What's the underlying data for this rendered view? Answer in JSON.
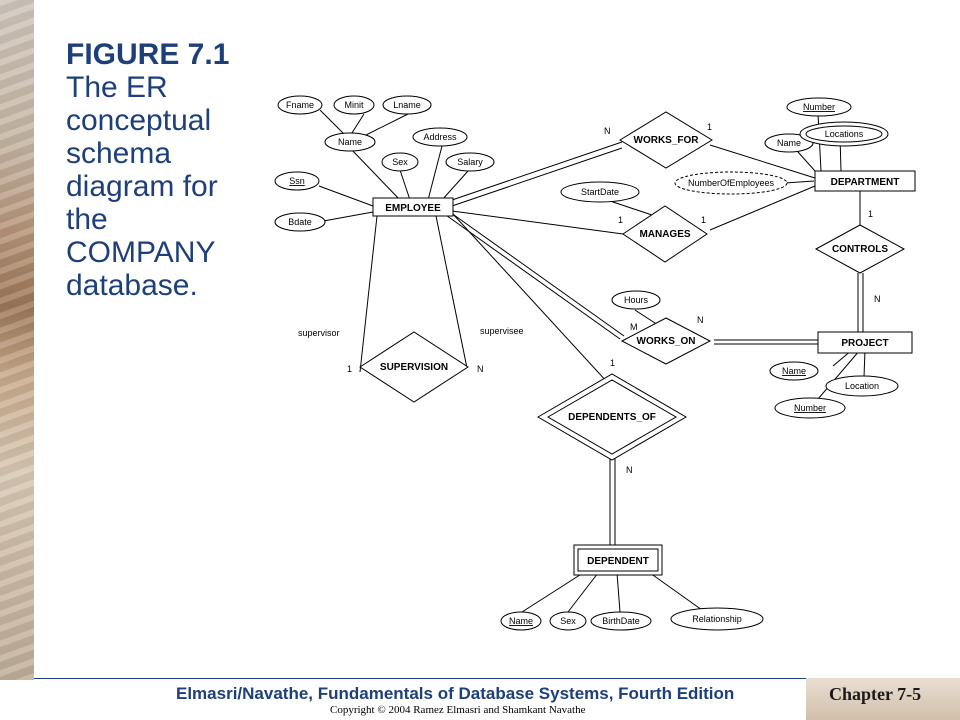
{
  "title": {
    "figure": "FIGURE 7.1",
    "caption": "The ER conceptual schema diagram for the COMPANY database."
  },
  "diagram": {
    "entities": {
      "employee": "EMPLOYEE",
      "department": "DEPARTMENT",
      "project": "PROJECT",
      "dependent": "DEPENDENT"
    },
    "relationships": {
      "works_for": "WORKS_FOR",
      "manages": "MANAGES",
      "controls": "CONTROLS",
      "works_on": "WORKS_ON",
      "supervision": "SUPERVISION",
      "dependents_of": "DEPENDENTS_OF"
    },
    "attributes": {
      "fname": "Fname",
      "minit": "Minit",
      "lname": "Lname",
      "name_emp": "Name",
      "address": "Address",
      "sex_emp": "Sex",
      "salary": "Salary",
      "ssn": "Ssn",
      "bdate": "Bdate",
      "number_dept": "Number",
      "name_dept": "Name",
      "locations": "Locations",
      "number_of_employees": "NumberOfEmployees",
      "start_date": "StartDate",
      "hours": "Hours",
      "name_proj": "Name",
      "location_proj": "Location",
      "number_proj": "Number",
      "name_dep": "Name",
      "sex_dep": "Sex",
      "birth_date": "BirthDate",
      "relationship": "Relationship"
    },
    "cardinalities": {
      "works_for_emp": "N",
      "works_for_dept": "1",
      "manages_emp": "1",
      "manages_dept": "1",
      "controls_dept": "1",
      "controls_proj": "N",
      "works_on_emp": "M",
      "works_on_proj": "N",
      "supervision_supervisor": "1",
      "supervision_supervisee": "N",
      "dependents_of_emp": "1",
      "dependents_of_dep": "N"
    },
    "roles": {
      "supervisor": "supervisor",
      "supervisee": "supervisee"
    }
  },
  "footer": {
    "text": "Elmasri/Navathe, Fundamentals of Database Systems, Fourth Edition",
    "copyright": "Copyright © 2004 Ramez Elmasri and Shamkant Navathe",
    "chapter": "Chapter 7-5"
  },
  "colors": {
    "title": "#1d3f7a",
    "footer_text": "#1d3f7a"
  }
}
